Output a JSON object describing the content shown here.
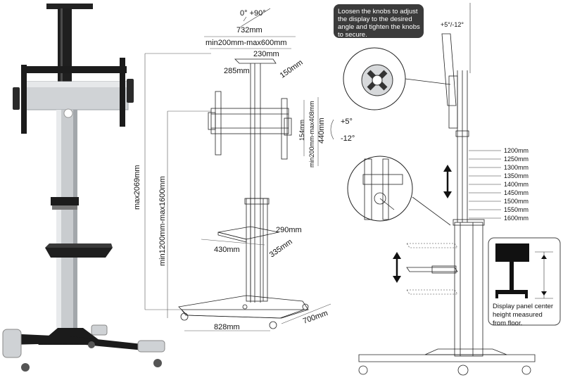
{
  "middle": {
    "rotation": "0°   +90°",
    "width_732": "732mm",
    "vesa_width": "min200mm-max600mm",
    "top_230": "230mm",
    "top_285": "285mm",
    "top_150": "150mm",
    "height_154": "154mm",
    "vesa_height": "min200mm-max408mm",
    "height_440": "440mm",
    "tilt_up": "+5°",
    "tilt_down": "-12°",
    "max_height": "max2069mm",
    "center_height": "min1200mm-max1600mm",
    "shelf_290": "290mm",
    "shelf_430": "430mm",
    "shelf_335": "335mm",
    "base_828": "828mm",
    "base_700": "700mm"
  },
  "right": {
    "note": [
      "Loosen the knobs to adjust",
      "the display to the desired",
      "angle and tighten the knobs",
      "to secure."
    ],
    "tilt": "+5°/-12°",
    "heights": [
      "1200mm",
      "1250mm",
      "1300mm",
      "1350mm",
      "1400mm",
      "1450mm",
      "1500mm",
      "1550mm",
      "1600mm"
    ],
    "caption": [
      "Display panel center",
      "height measured",
      "from floor."
    ]
  },
  "colors": {
    "black": "#1b1b1b",
    "silver": "#c8cbcf",
    "note_bg": "#3b3b3b"
  }
}
